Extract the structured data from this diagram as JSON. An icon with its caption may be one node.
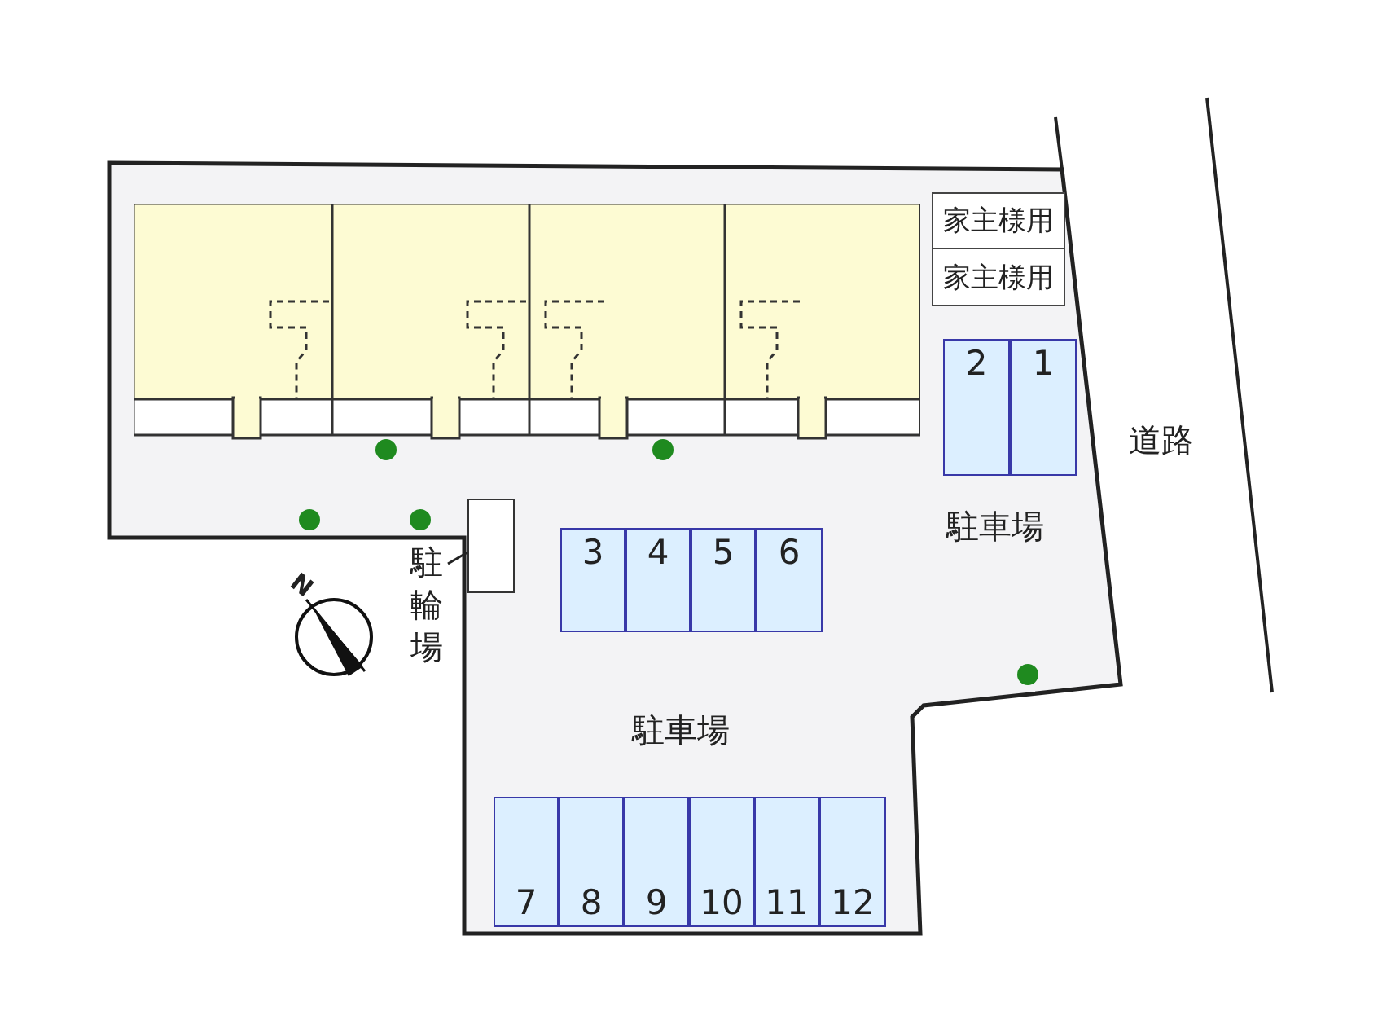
{
  "diagram": {
    "nodes": [
      {
        "text": [],
        "shape": "box"
      },
      {
        "text": [],
        "shape": "box"
      },
      {
        "text": [],
        "shape": "box"
      },
      {
        "text": [],
        "shape": "box"
      },
      {
        "text": [
          "家主様用"
        ]
      },
      {
        "text": [
          "家主様用"
        ]
      },
      {
        "text": [
          "2"
        ]
      },
      {
        "text": [
          "1"
        ]
      },
      {
        "text": [],
        "shape": "box"
      },
      {
        "text": [
          "駐輪場"
        ]
      },
      {
        "text": [
          "3"
        ]
      },
      {
        "text": [
          "4"
        ]
      },
      {
        "text": [
          "5"
        ]
      },
      {
        "text": [
          "6"
        ]
      },
      {
        "text": [
          "7"
        ]
      },
      {
        "text": [
          "8"
        ]
      },
      {
        "text": [
          "9"
        ]
      },
      {
        "text": [
          "10"
        ]
      },
      {
        "text": [
          "11"
        ]
      },
      {
        "text": [
          "12"
        ]
      }
    ],
    "edges": [
      {
        "from": 9,
        "to": 8,
        "arrow": "none"
      }
    ],
    "labels": [
      "道路",
      "駐車場",
      "N",
      "駐車場"
    ]
  }
}
